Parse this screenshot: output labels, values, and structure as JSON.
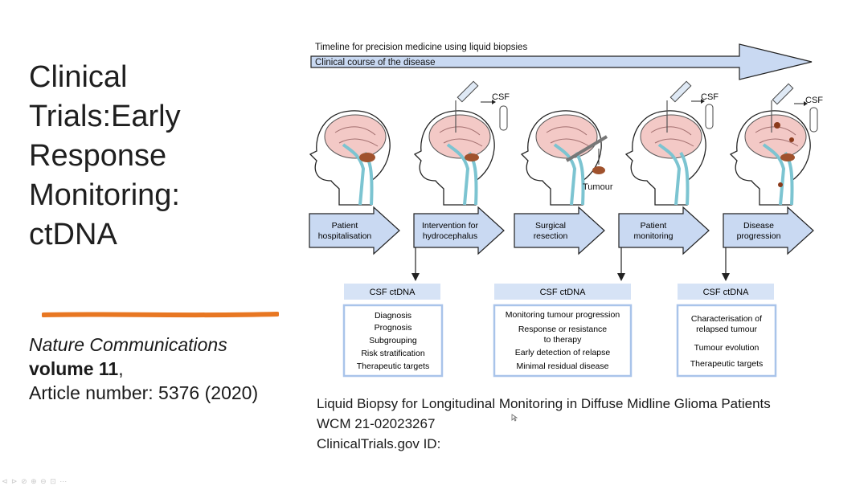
{
  "slide": {
    "title": "Clinical\nTrials:Early\nResponse\nMonitoring:\nctDNA",
    "citation": {
      "journal": "Nature Communications",
      "volume": "volume 11",
      "volume_suffix": ",",
      "article": "Article number: 5376 (2020)"
    },
    "footer": {
      "line1": "Liquid Biopsy for Longitudinal Monitoring in Diffuse Midline Glioma Patients",
      "line2": "WCM 21-02023267",
      "line3": "ClinicalTrials.gov ID:"
    },
    "highlight_color": "#e87722"
  },
  "figure": {
    "timeline_label": "Timeline for precision medicine using liquid biopsies",
    "arrow_label": "Clinical course of the disease",
    "csf_label": "CSF",
    "tumour_label": "Tumour",
    "stages": [
      {
        "line1": "Patient",
        "line2": "hospitalisation"
      },
      {
        "line1": "Intervention for",
        "line2": "hydrocephalus"
      },
      {
        "line1": "Surgical",
        "line2": "resection"
      },
      {
        "line1": "Patient",
        "line2": "monitoring"
      },
      {
        "line1": "Disease",
        "line2": "progression"
      }
    ],
    "boxes": [
      {
        "header": "CSF ctDNA",
        "items": [
          "Diagnosis",
          "Prognosis",
          "Subgrouping",
          "Risk stratification",
          "Therapeutic targets"
        ]
      },
      {
        "header": "CSF ctDNA",
        "items": [
          "Monitoring tumour progression",
          "Response or resistance",
          "to therapy",
          "Early detection of relapse",
          "Minimal residual disease"
        ]
      },
      {
        "header": "CSF ctDNA",
        "items": [
          "Characterisation of",
          "relapsed tumour",
          "Tumour evolution",
          "Therapeutic targets"
        ]
      }
    ],
    "colors": {
      "arrow_fill": "#c9d9f2",
      "box_header": "#d6e3f6",
      "box_border": "#a9c4ea",
      "stroke": "#222222"
    }
  }
}
